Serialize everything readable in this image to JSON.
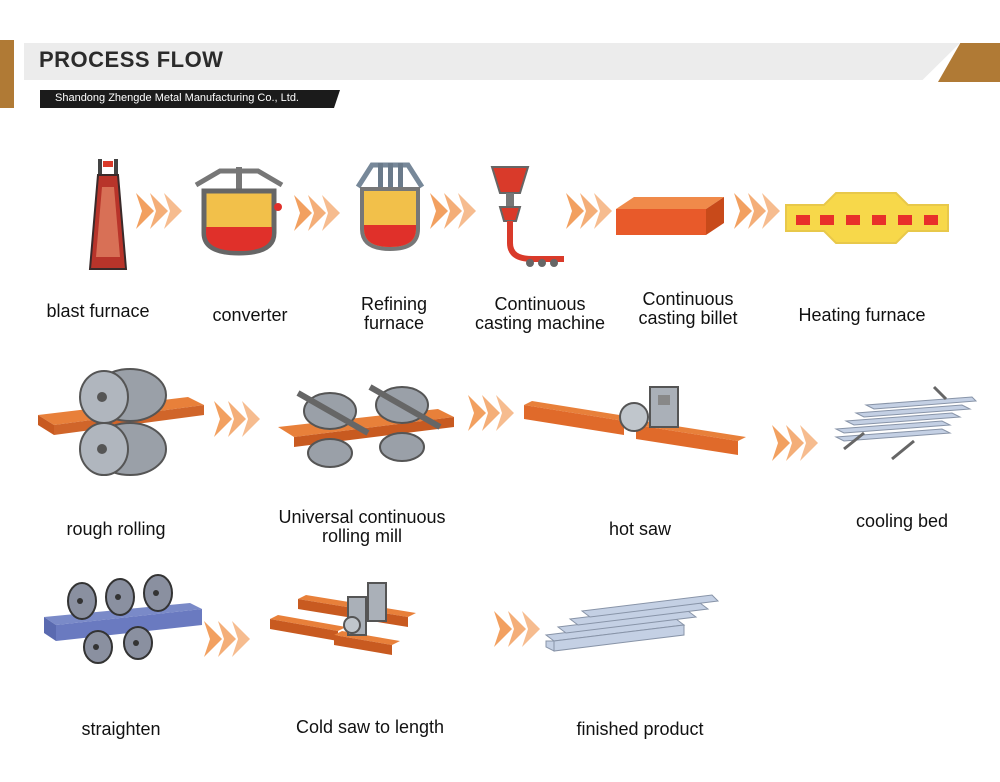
{
  "header": {
    "title": "PROCESS FLOW",
    "company": "Shandong Zhengde Metal Manufacturing Co., Ltd."
  },
  "colors": {
    "accent": "#b07a35",
    "arrow": "#f2a060",
    "steel_hot": "#e8722a",
    "furnace_red": "#d93a2a"
  },
  "steps": [
    {
      "label": "blast furnace",
      "icon": "blast-furnace-icon"
    },
    {
      "label": "converter",
      "icon": "converter-icon"
    },
    {
      "label": "Refining\nfurnace",
      "icon": "refining-furnace-icon"
    },
    {
      "label": "Continuous\ncasting machine",
      "icon": "casting-machine-icon"
    },
    {
      "label": "Continuous\ncasting billet",
      "icon": "billet-icon"
    },
    {
      "label": "Heating furnace",
      "icon": "heating-furnace-icon"
    },
    {
      "label": "rough rolling",
      "icon": "rough-rolling-icon"
    },
    {
      "label": "Universal continuous\nrolling mill",
      "icon": "rolling-mill-icon"
    },
    {
      "label": "hot saw",
      "icon": "hot-saw-icon"
    },
    {
      "label": "cooling bed",
      "icon": "cooling-bed-icon"
    },
    {
      "label": "straighten",
      "icon": "straightener-icon"
    },
    {
      "label": "Cold saw to length",
      "icon": "cold-saw-icon"
    },
    {
      "label": "finished product",
      "icon": "finished-product-icon"
    }
  ]
}
